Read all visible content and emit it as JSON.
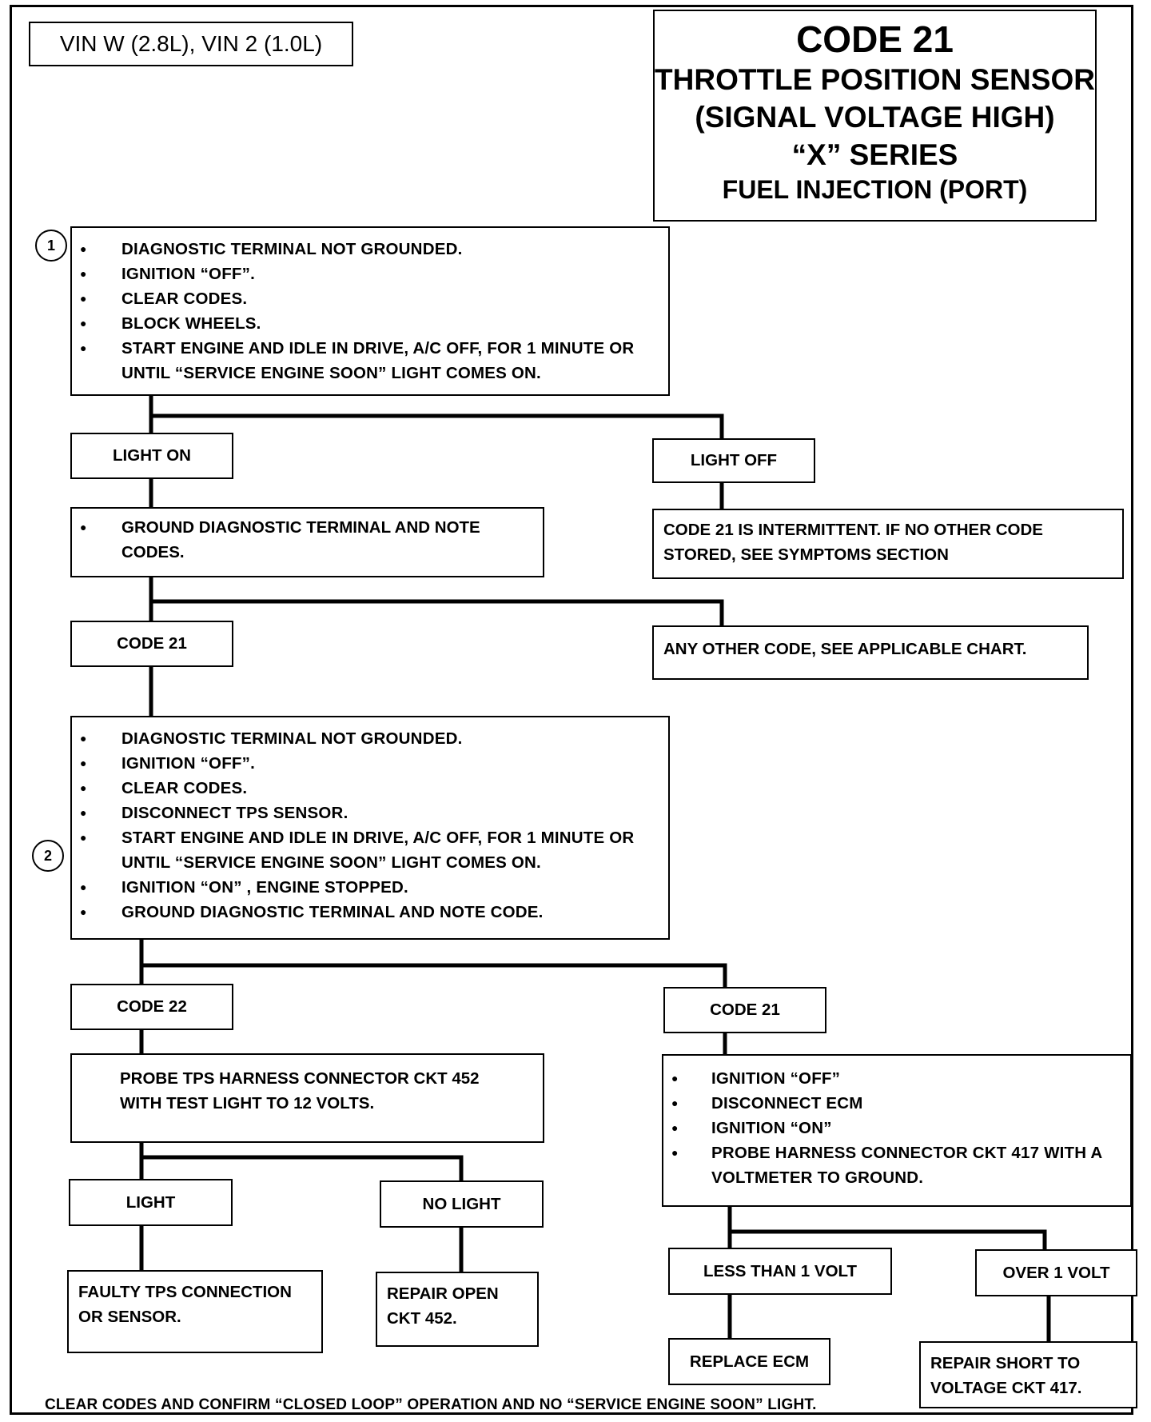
{
  "vin": "VIN W (2.8L), VIN 2 (1.0L)",
  "title": {
    "code": "CODE 21",
    "line1": "THROTTLE POSITION SENSOR",
    "line2": "(SIGNAL VOLTAGE HIGH)",
    "line3": "“X” SERIES",
    "line4": "FUEL INJECTION (PORT)"
  },
  "step1": {
    "marker": "1",
    "items": [
      "DIAGNOSTIC TERMINAL NOT GROUNDED.",
      "IGNITION “OFF”.",
      "CLEAR CODES.",
      "BLOCK WHEELS.",
      "START ENGINE AND IDLE IN DRIVE, A/C OFF, FOR 1 MINUTE OR",
      "UNTIL “SERVICE ENGINE SOON” LIGHT COMES ON."
    ]
  },
  "branch1": {
    "light_on": "LIGHT ON",
    "light_off": "LIGHT OFF",
    "ground_note": "GROUND DIAGNOSTIC TERMINAL AND NOTE",
    "ground_note2": "CODES.",
    "intermittent1": "CODE 21 IS INTERMITTENT. IF NO OTHER CODE",
    "intermittent2": "STORED, SEE SYMPTOMS SECTION"
  },
  "branch2": {
    "code21": "CODE 21",
    "other_code": "ANY OTHER CODE, SEE APPLICABLE CHART."
  },
  "step2": {
    "marker": "2",
    "items": [
      "DIAGNOSTIC TERMINAL NOT GROUNDED.",
      "IGNITION “OFF”.",
      "CLEAR CODES.",
      "DISCONNECT TPS SENSOR.",
      "START ENGINE AND IDLE IN DRIVE, A/C OFF, FOR 1 MINUTE OR",
      "UNTIL “SERVICE ENGINE SOON” LIGHT COMES ON.",
      "IGNITION “ON” , ENGINE STOPPED.",
      "GROUND DIAGNOSTIC TERMINAL AND NOTE CODE."
    ]
  },
  "branch3": {
    "code22": "CODE 22",
    "code21": "CODE 21",
    "probe_tps1": "PROBE TPS HARNESS CONNECTOR CKT 452",
    "probe_tps2": "WITH TEST LIGHT TO 12 VOLTS.",
    "ecm_items": [
      "IGNITION “OFF”",
      "DISCONNECT ECM",
      "IGNITION “ON”",
      "PROBE HARNESS CONNECTOR CKT 417 WITH A",
      "VOLTMETER TO GROUND."
    ]
  },
  "branch4": {
    "light": "LIGHT",
    "no_light": "NO LIGHT",
    "less_than": "LESS THAN 1 VOLT",
    "over": "OVER 1 VOLT"
  },
  "results": {
    "faulty1": "FAULTY TPS CONNECTION",
    "faulty2": "OR SENSOR.",
    "repair_open1": "REPAIR OPEN",
    "repair_open2": "CKT 452.",
    "replace_ecm": "REPLACE ECM",
    "repair_short1": "REPAIR SHORT TO",
    "repair_short2": "VOLTAGE CKT 417."
  },
  "footer": "CLEAR CODES AND CONFIRM “CLOSED LOOP” OPERATION AND NO “SERVICE ENGINE SOON” LIGHT."
}
